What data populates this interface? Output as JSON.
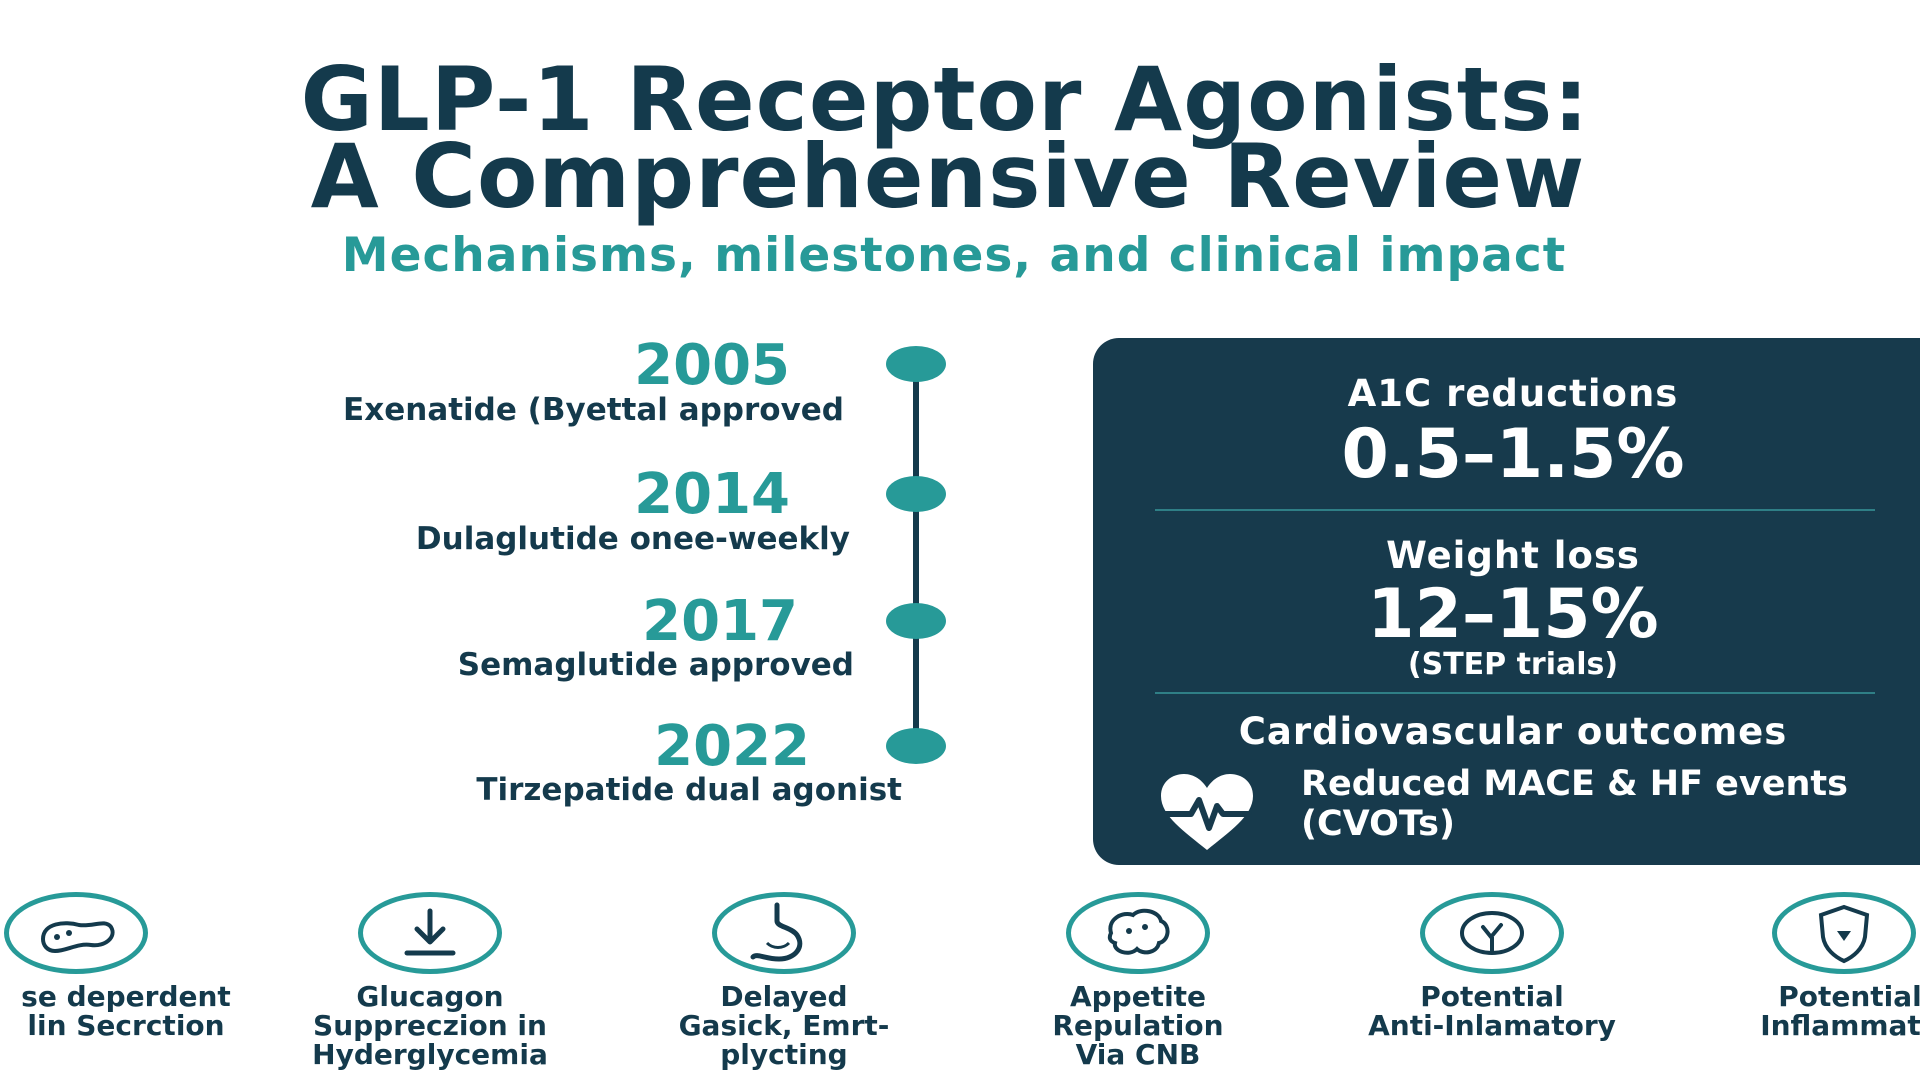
{
  "header": {
    "title_line1": "GLP-1 Receptor Agonists:",
    "title_line2": "A Comprehensive Review",
    "subtitle": "Mechanisms, milestones, and clinical impact"
  },
  "timeline": [
    {
      "year": "2005",
      "desc": "Exenatide (Byettal approved"
    },
    {
      "year": "2014",
      "desc": "Dulaglutide onee-weekly"
    },
    {
      "year": "2017",
      "desc": "Semaglutide approved"
    },
    {
      "year": "2022",
      "desc": "Tirzepatide dual agonist"
    }
  ],
  "stats": {
    "a1c_label": "A1C reductions",
    "a1c_value": "0.5–1.5%",
    "weight_label": "Weight loss",
    "weight_value": "12–15%",
    "weight_note": "(STEP trials)",
    "cv_label": "Cardiovascular outcomes",
    "cv_text": "Reduced MACE & HF events (CVOTs)"
  },
  "mechanisms": [
    {
      "icon": "pancreas-icon",
      "label": "se deperdent\nlin Secrction"
    },
    {
      "icon": "download-arrow-icon",
      "label": "Glucagon\nSuppreczion in\nHyderglycemia"
    },
    {
      "icon": "stomach-icon",
      "label": "Delayed\nGasick, Emrt-\nplycting"
    },
    {
      "icon": "brain-icon",
      "label": "Appetite\nRepulation\nVia CNB"
    },
    {
      "icon": "inflammation-icon",
      "label": "Potential\nAnti-Inlamatory"
    },
    {
      "icon": "shield-icon",
      "label": "Potential\nInflammate"
    }
  ],
  "colors": {
    "navy": "#143a4c",
    "teal": "#279a98",
    "panel": "#173a4c"
  }
}
